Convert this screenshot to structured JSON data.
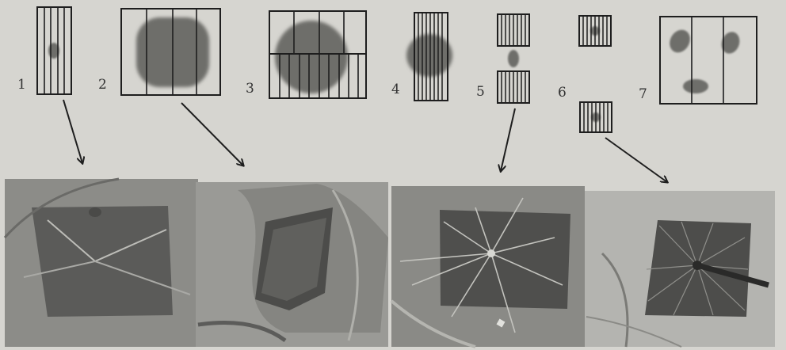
{
  "diagram": {
    "panels": [
      {
        "number": "1"
      },
      {
        "number": "2"
      },
      {
        "number": "3"
      },
      {
        "number": "4"
      },
      {
        "number": "5"
      },
      {
        "number": "6"
      },
      {
        "number": "7"
      }
    ]
  },
  "photos": [
    {
      "name": "photo-1"
    },
    {
      "name": "photo-2"
    },
    {
      "name": "photo-5"
    },
    {
      "name": "photo-6"
    }
  ],
  "colors": {
    "paper": "#d6d5d0",
    "ink": "#1e1e1e",
    "blot": "#6e6e6a"
  }
}
